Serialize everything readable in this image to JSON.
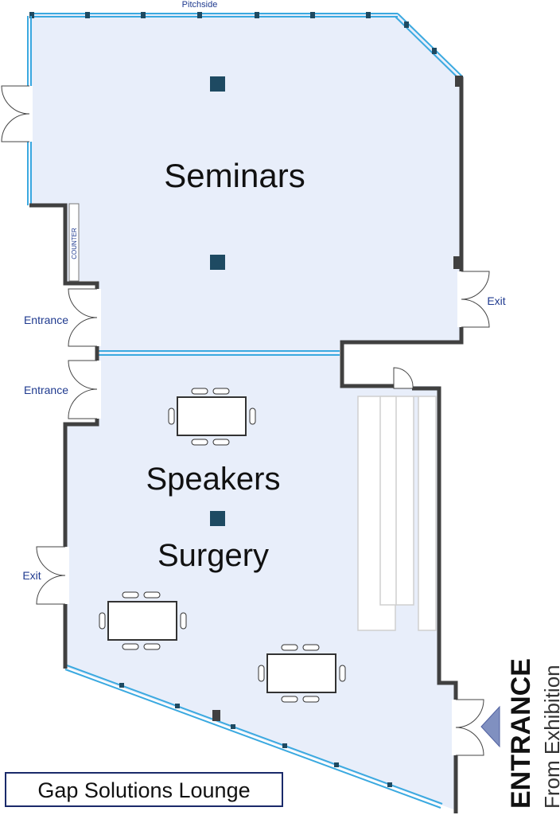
{
  "rooms": {
    "seminars": "Seminars",
    "speakers_line1": "Speakers",
    "speakers_line2": "Surgery"
  },
  "labels": {
    "pitchside": "Pitchside",
    "counter": "COUNTER",
    "entrance_upper": "Entrance",
    "entrance_lower": "Entrance",
    "exit_right": "Exit",
    "exit_left": "Exit"
  },
  "main_entrance": {
    "title": "ENTRANCE",
    "subtitle": "From Exhibition"
  },
  "venue_name": "Gap Solutions Lounge",
  "colors": {
    "floor": "#e8eefa",
    "wall": "#404040",
    "window": "#3ba9e0",
    "column": "#1e4a62",
    "label_blue": "#1f3a8f",
    "arrow": "#8090c0"
  }
}
